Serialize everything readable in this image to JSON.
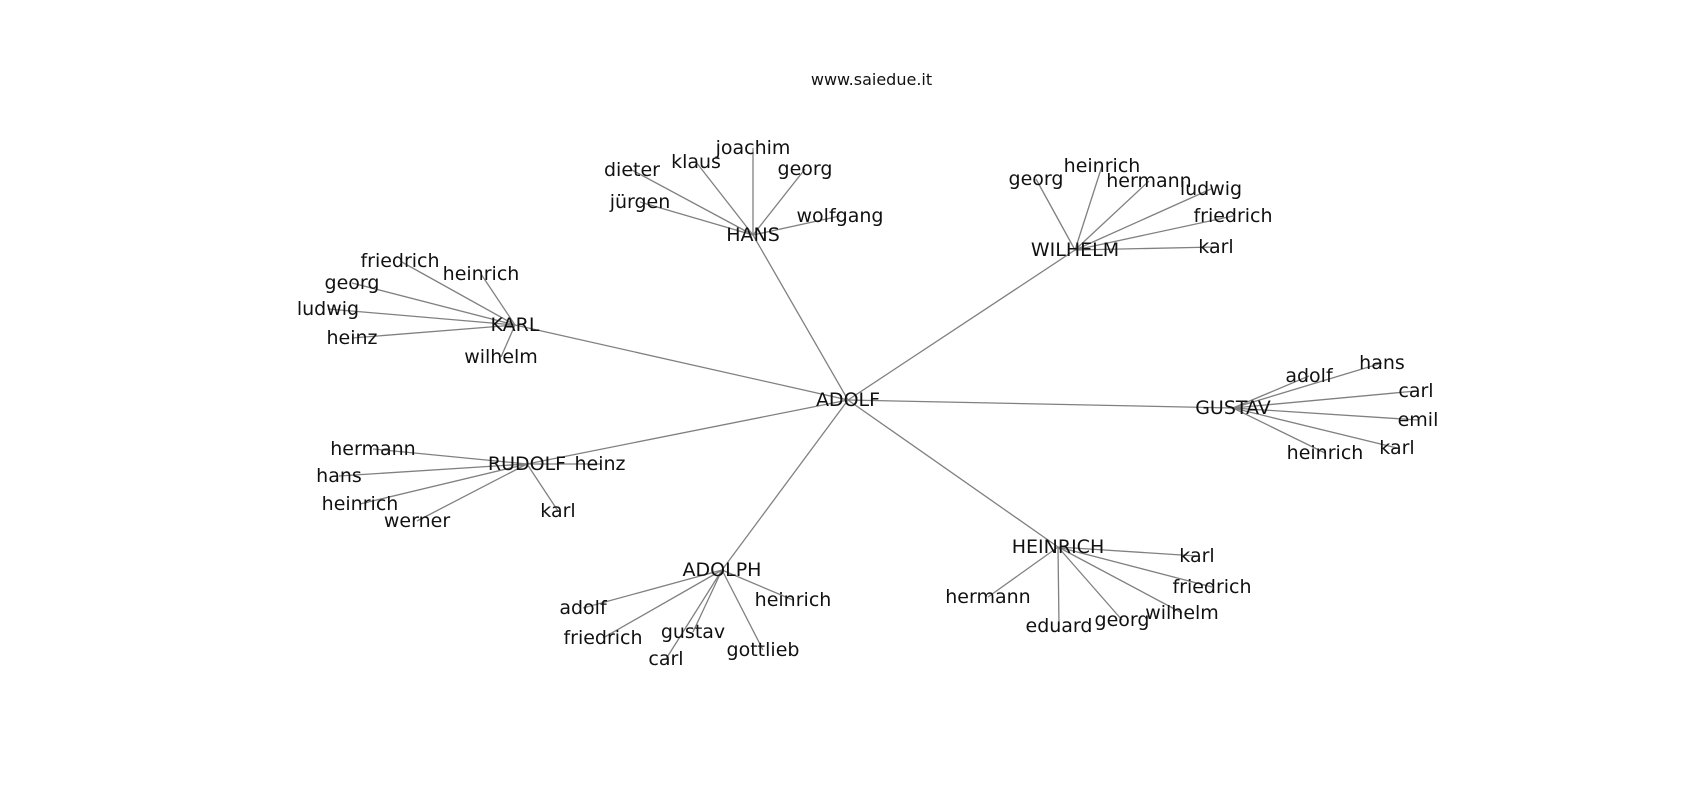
{
  "site": {
    "title": "www.saiedue.it"
  },
  "graph": {
    "root": "ADOLF",
    "groups": [
      {
        "hub": "HANS",
        "leaves": [
          "dieter",
          "klaus",
          "joachim",
          "georg",
          "jürgen",
          "wolfgang"
        ]
      },
      {
        "hub": "WILHELM",
        "leaves": [
          "georg",
          "heinrich",
          "hermann",
          "ludwig",
          "friedrich",
          "karl"
        ]
      },
      {
        "hub": "KARL",
        "leaves": [
          "friedrich",
          "heinrich",
          "georg",
          "ludwig",
          "heinz",
          "wilhelm"
        ]
      },
      {
        "hub": "GUSTAV",
        "leaves": [
          "adolf",
          "hans",
          "carl",
          "emil",
          "heinrich",
          "karl"
        ]
      },
      {
        "hub": "RUDOLF",
        "leaves": [
          "hermann",
          "heinz",
          "hans",
          "heinrich",
          "werner",
          "karl"
        ]
      },
      {
        "hub": "HEINRICH",
        "leaves": [
          "karl",
          "hermann",
          "friedrich",
          "wilhelm",
          "eduard",
          "georg"
        ]
      },
      {
        "hub": "ADOLPH",
        "leaves": [
          "adolf",
          "heinrich",
          "friedrich",
          "gustav",
          "carl",
          "gottlieb"
        ]
      }
    ]
  }
}
